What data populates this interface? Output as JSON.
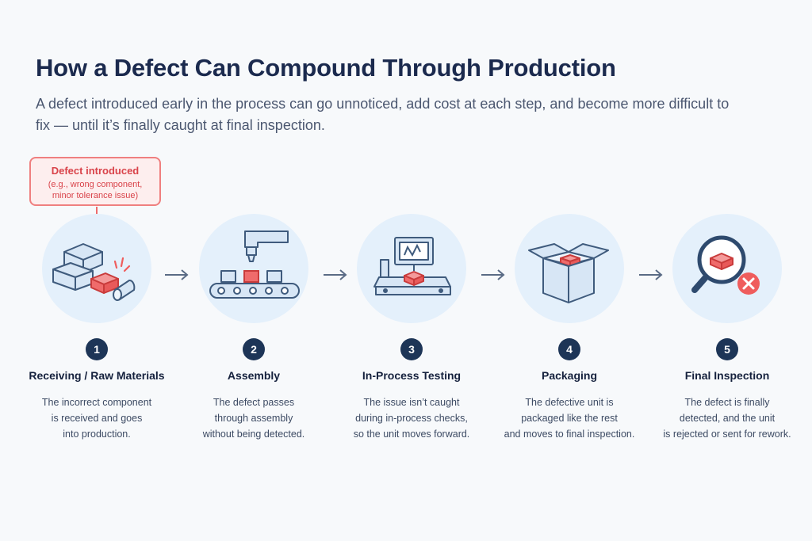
{
  "title": "How a Defect Can Compound Through Production",
  "subtitle": "A defect introduced early in the process can go unnoticed, add cost at each step, and become more difficult to fix — until it’s finally caught at final inspection.",
  "callout": {
    "title": "Defect introduced",
    "detail_line1": "(e.g., wrong component,",
    "detail_line2": "minor tolerance issue)"
  },
  "colors": {
    "navy": "#1d3557",
    "accent_red": "#ef5d5d",
    "circle_bg": "#e4f0fb",
    "icon_stroke": "#3f5b7d"
  },
  "steps": [
    {
      "number": "1",
      "title": "Receiving / Raw Materials",
      "desc": [
        "The incorrect component",
        "is received and goes",
        "into production."
      ],
      "icon": "boxes-materials-icon"
    },
    {
      "number": "2",
      "title": "Assembly",
      "desc": [
        "The defect passes",
        "through assembly",
        "without being detected."
      ],
      "icon": "assembly-conveyor-icon"
    },
    {
      "number": "3",
      "title": "In-Process Testing",
      "desc": [
        "The issue isn’t caught",
        "during in-process checks,",
        "so the unit moves forward."
      ],
      "icon": "testing-monitor-icon"
    },
    {
      "number": "4",
      "title": "Packaging",
      "desc": [
        "The defective unit is",
        "packaged like the rest",
        "and moves to final inspection."
      ],
      "icon": "open-box-icon"
    },
    {
      "number": "5",
      "title": "Final Inspection",
      "desc": [
        "The defect is finally",
        "detected, and the unit",
        "is rejected or sent for rework."
      ],
      "icon": "magnifier-reject-icon"
    }
  ]
}
